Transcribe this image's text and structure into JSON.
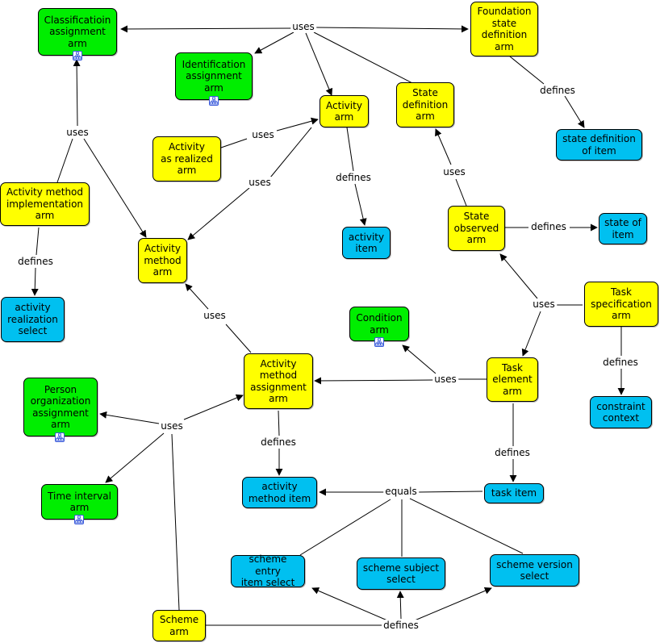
{
  "colors": {
    "arm": "#ffff00",
    "arm_external": "#00ee00",
    "item": "#00c0f0",
    "line": "#000000",
    "link_icon": "#3b5bdb"
  },
  "nodes": {
    "classification_arm": {
      "label": "Classificatioin\nassignment\narm",
      "kind": "arm_external"
    },
    "identification_arm": {
      "label": "Identification\nassignment\narm",
      "kind": "arm_external"
    },
    "foundation_state_arm": {
      "label": "Foundation\nstate\ndefinition\narm",
      "kind": "arm"
    },
    "activity_arm": {
      "label": "Activity\narm",
      "kind": "arm"
    },
    "state_definition_arm": {
      "label": "State\ndefinition\narm",
      "kind": "arm"
    },
    "state_definition_item": {
      "label": "state definition\nof item",
      "kind": "item"
    },
    "activity_realized_arm": {
      "label": "Activity\nas realized\narm",
      "kind": "arm"
    },
    "activity_method_impl_arm": {
      "label": "Activity method\nimplementation\narm",
      "kind": "arm"
    },
    "activity_item": {
      "label": "activity\nitem",
      "kind": "item"
    },
    "state_observed_arm": {
      "label": "State\nobserved\narm",
      "kind": "arm"
    },
    "state_of_item": {
      "label": "state of\nitem",
      "kind": "item"
    },
    "activity_method_arm": {
      "label": "Activity\nmethod\narm",
      "kind": "arm"
    },
    "activity_realization_select": {
      "label": "activity\nrealization\nselect",
      "kind": "item"
    },
    "task_specification_arm": {
      "label": "Task\nspecification\narm",
      "kind": "arm"
    },
    "condition_arm": {
      "label": "Condition\narm",
      "kind": "arm_external"
    },
    "activity_method_assignment_arm": {
      "label": "Activity\nmethod\nassignment\narm",
      "kind": "arm"
    },
    "task_element_arm": {
      "label": "Task\nelement\narm",
      "kind": "arm"
    },
    "person_org_arm": {
      "label": "Person\norganization\nassignment\narm",
      "kind": "arm_external"
    },
    "constraint_context": {
      "label": "constraint\ncontext",
      "kind": "item"
    },
    "time_interval_arm": {
      "label": "Time interval\narm",
      "kind": "arm_external"
    },
    "activity_method_item": {
      "label": "activity\nmethod item",
      "kind": "item"
    },
    "task_item": {
      "label": "task item",
      "kind": "item"
    },
    "scheme_entry_item_select": {
      "label": "scheme entry\nitem select",
      "kind": "item"
    },
    "scheme_subject_select": {
      "label": "scheme subject\nselect",
      "kind": "item"
    },
    "scheme_version_select": {
      "label": "scheme version\nselect",
      "kind": "item"
    },
    "scheme_arm": {
      "label": "Scheme\narm",
      "kind": "arm"
    }
  },
  "link_labels": {
    "uses_top": "uses",
    "uses_class": "uses",
    "uses_realized": "uses",
    "uses_activity": "uses",
    "uses_state": "uses",
    "uses_method": "uses",
    "uses_task_spec": "uses",
    "uses_task_element": "uses",
    "uses_person": "uses",
    "defines_foundation": "defines",
    "defines_activity": "defines",
    "defines_state_observed": "defines",
    "defines_impl": "defines",
    "defines_task_spec": "defines",
    "defines_assignment": "defines",
    "defines_task_element": "defines",
    "defines_scheme": "defines",
    "equals": "equals"
  }
}
